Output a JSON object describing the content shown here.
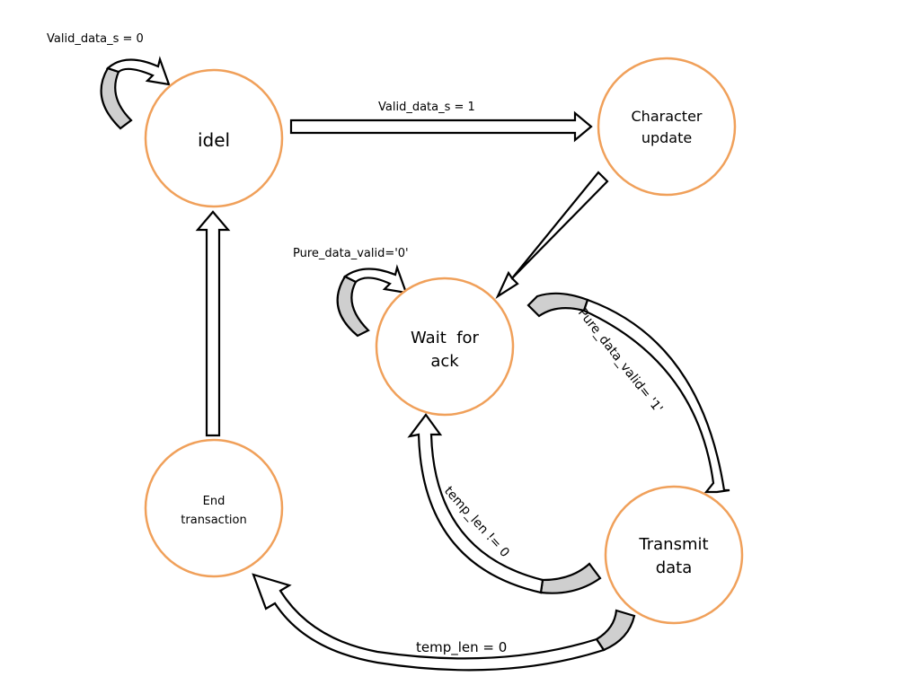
{
  "states": {
    "idle": "idel",
    "char_update": [
      "Character",
      "update"
    ],
    "wait_ack": [
      "Wait  for",
      "ack"
    ],
    "transmit": [
      "Transmit",
      "data"
    ],
    "end": [
      "End",
      "transaction"
    ]
  },
  "transitions": {
    "idle_self": "Valid_data_s = 0",
    "idle_to_char": "Valid_data_s = 1",
    "wait_self": "Pure_data_valid='0'",
    "wait_to_transmit": "Pure_data_valid= '1'",
    "transmit_to_wait": "temp_len != 0",
    "transmit_to_end": "temp_len = 0"
  },
  "colors": {
    "state_border": "#f0a05a",
    "arrow_shade": "#cfcfcf"
  }
}
